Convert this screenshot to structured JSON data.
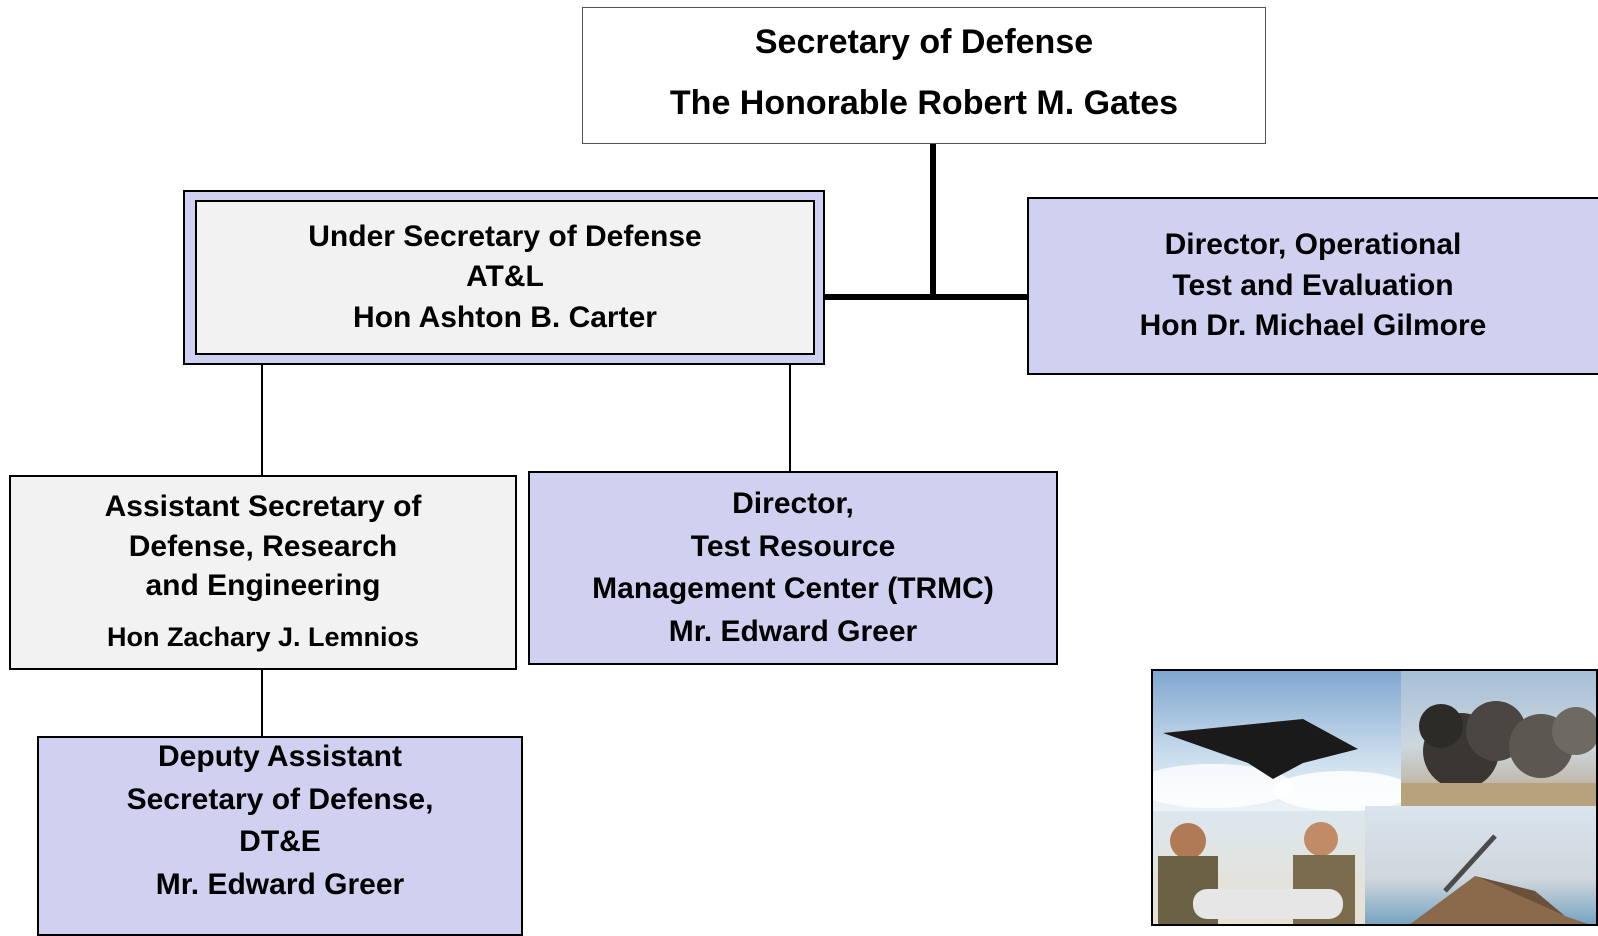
{
  "secdef": {
    "title": "Secretary of Defense",
    "name": "The Honorable Robert M. Gates"
  },
  "usd_atl": {
    "title": "Under Secretary of Defense",
    "org": "AT&L",
    "name": "Hon Ashton B. Carter"
  },
  "dote": {
    "line1": "Director, Operational",
    "line2": "Test and Evaluation",
    "name": "Hon Dr. Michael Gilmore"
  },
  "asd_re": {
    "line1": "Assistant Secretary of",
    "line2": "Defense, Research",
    "line3": "and Engineering",
    "name": "Hon Zachary J. Lemnios"
  },
  "trmc": {
    "line1": "Director,",
    "line2": "Test Resource",
    "line3": "Management Center (TRMC)",
    "name": "Mr. Edward Greer"
  },
  "dasd_dte": {
    "line1": "Deputy Assistant",
    "line2": "Secretary of Defense,",
    "line3": "DT&E",
    "name": "Mr. Edward Greer"
  },
  "colors": {
    "lavender": "#d0d0f0",
    "grey": "#f2f2f2",
    "line": "#000000"
  }
}
